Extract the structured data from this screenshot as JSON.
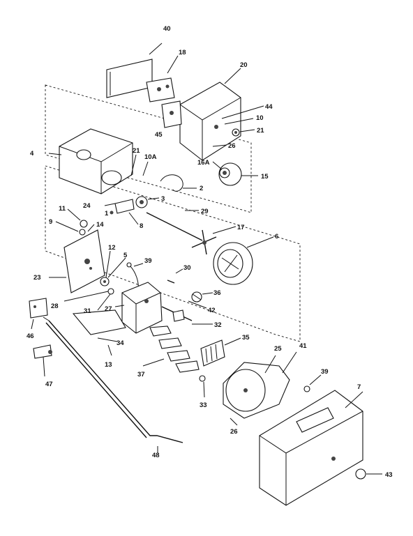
{
  "diagram": {
    "labels": {
      "p40": "40",
      "p18": "18",
      "p20": "20",
      "p44": "44",
      "p10": "10",
      "p21a": "21",
      "p45": "45",
      "p26a": "26",
      "p16a": "16A",
      "p15": "15",
      "p4": "4",
      "p21b": "21",
      "p10a": "10A",
      "p2": "2",
      "p24": "24",
      "p3": "3",
      "p1": "1",
      "p8": "8",
      "p29": "29",
      "p11": "11",
      "p9": "9",
      "p14": "14",
      "p17": "17",
      "p6": "6",
      "p12": "12",
      "p5": "5",
      "p23": "23",
      "p39a": "39",
      "p30": "30",
      "p28": "28",
      "p31": "31",
      "p27": "27",
      "p36": "36",
      "p42": "42",
      "p32": "32",
      "p46": "46",
      "p34": "34",
      "p35": "35",
      "p13": "13",
      "p25": "25",
      "p41": "41",
      "p37": "37",
      "p39b": "39",
      "p47": "47",
      "p33": "33",
      "p26b": "26",
      "p7": "7",
      "p48": "48",
      "p43": "43"
    }
  }
}
